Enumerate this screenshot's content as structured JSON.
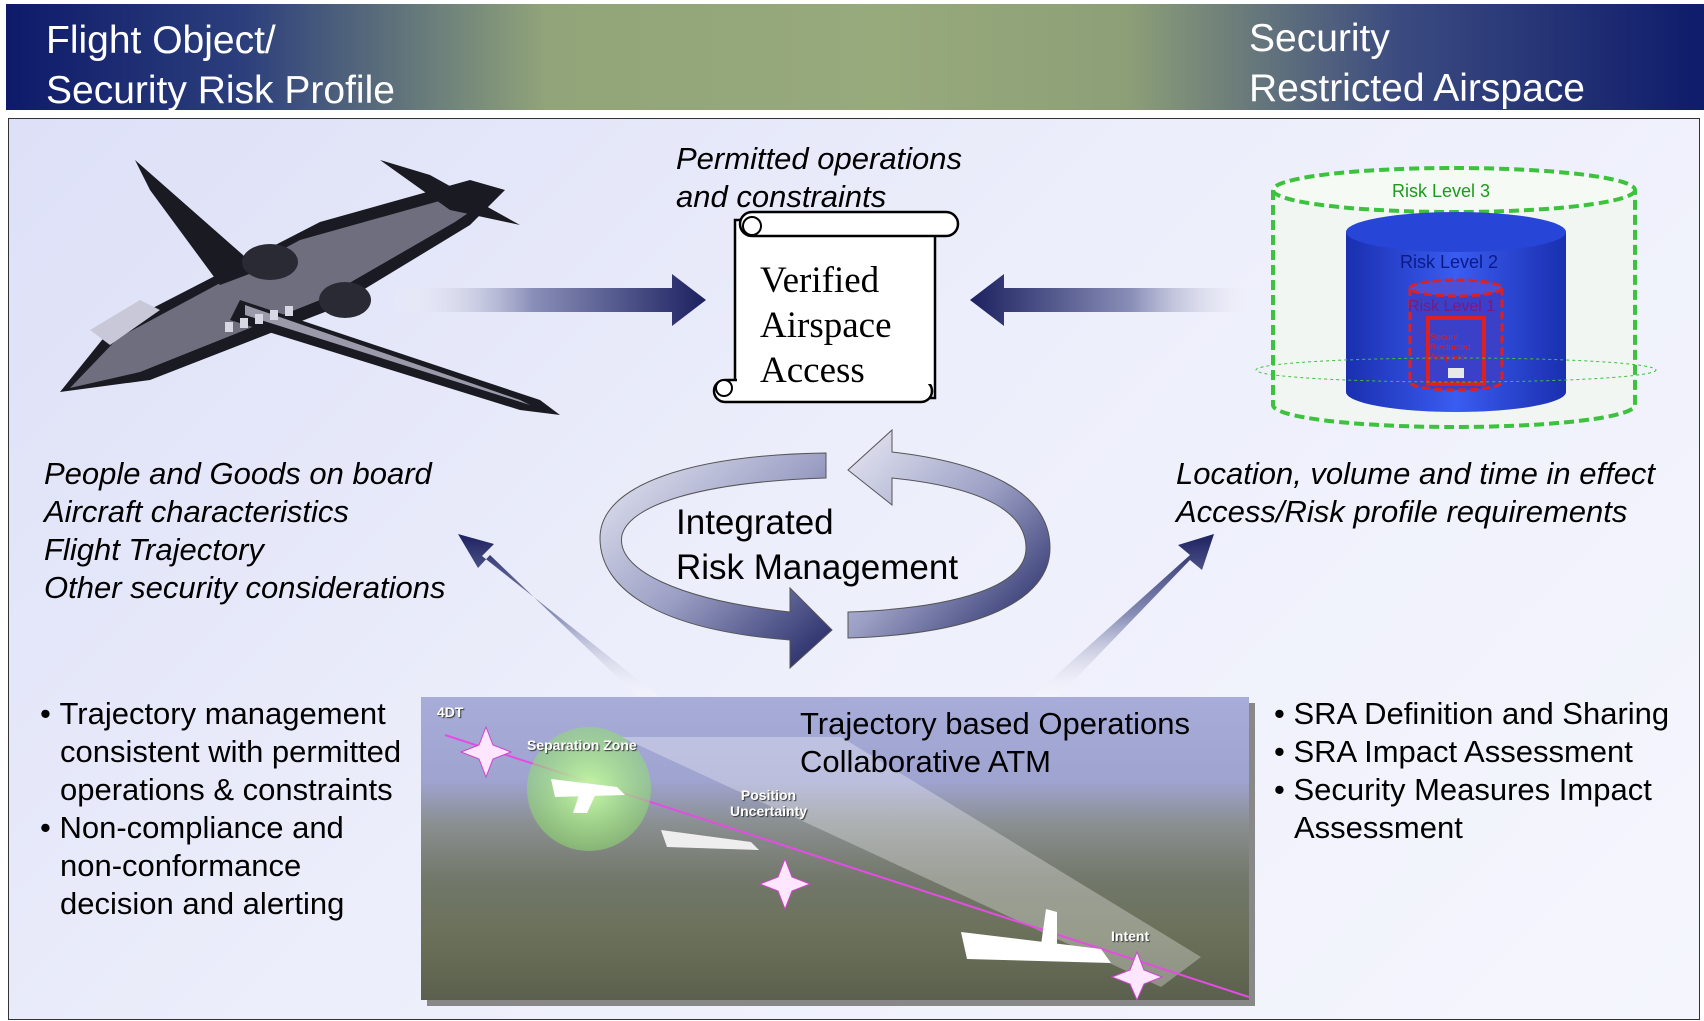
{
  "header": {
    "left_title_line1": "Flight Object/",
    "left_title_line2": "Security Risk Profile",
    "right_title_line1": "Security",
    "right_title_line2": "Restricted Airspace"
  },
  "scroll": {
    "caption_line1": "Permitted operations",
    "caption_line2": "and constraints",
    "line1": "Verified",
    "line2": "Airspace",
    "line3": "Access"
  },
  "cycle": {
    "line1": "Integrated",
    "line2": "Risk Management"
  },
  "left_list": [
    "People and Goods on board",
    "Aircraft characteristics",
    "Flight Trajectory",
    "Other security considerations"
  ],
  "right_list": [
    "Location, volume and time in effect",
    "Access/Risk profile requirements"
  ],
  "sra": {
    "level3": "Risk Level 3",
    "level2": "Risk Level 2",
    "level1": "Risk Level 1",
    "inner_line1": "Secure",
    "inner_line2": "Restricted",
    "inner_line3": "Airspace"
  },
  "photo": {
    "title_line1": "Trajectory based Operations",
    "title_line2": "Collaborative ATM",
    "label_4dt": "4DT",
    "label_separation": "Separation Zone",
    "label_position_1": "Position",
    "label_position_2": "Uncertainty",
    "label_intent": "Intent"
  },
  "left_bullets": {
    "b1_line1": "Trajectory management",
    "b1_line2": "consistent with permitted",
    "b1_line3": "operations & constraints",
    "b2_line1": "Non-compliance and",
    "b2_line2": "non-conformance",
    "b2_line3": "decision and alerting"
  },
  "right_bullets": {
    "b1": "SRA Definition and Sharing",
    "b2": "SRA Impact Assessment",
    "b3_line1": "Security Measures Impact",
    "b3_line2": "Assessment"
  },
  "colors": {
    "arrow_dark": "#1c2160",
    "risk3": "#3cc23c",
    "risk2": "#1f3fd8",
    "risk1": "#e02020"
  }
}
